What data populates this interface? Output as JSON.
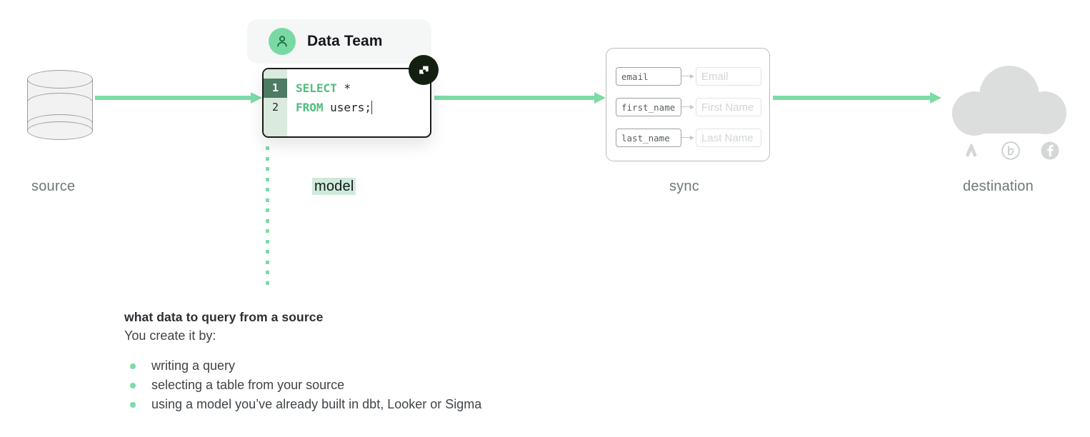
{
  "theme": {
    "accent_green": "#7ddba6",
    "keyword_green": "#51bd7c",
    "gutter_green": "#dbeade",
    "active_line_green": "#4c7c63",
    "highlight_green": "#cfeadb",
    "label_gray": "#6f7878",
    "badge_dark": "#13200f"
  },
  "stages": {
    "source_label": "source",
    "model_label": "model",
    "sync_label": "sync",
    "destination_label": "destination"
  },
  "team_badge": {
    "name": "Data Team",
    "avatar_icon": "person-icon",
    "cursor_icon": "cursor-flag-icon"
  },
  "editor": {
    "lines": [
      {
        "number": "1",
        "keyword": "SELECT",
        "rest": " *",
        "active": true
      },
      {
        "number": "2",
        "keyword": "FROM",
        "rest": " users;",
        "active": false
      }
    ]
  },
  "sync": {
    "mappings": [
      {
        "source_field": "email",
        "destination_field": "Email"
      },
      {
        "source_field": "first_name",
        "destination_field": "First Name"
      },
      {
        "source_field": "last_name",
        "destination_field": "Last Name"
      }
    ],
    "arrow_icon": "arrow-right-icon"
  },
  "source": {
    "icon": "database-icon"
  },
  "destination": {
    "cloud_icon": "cloud-icon",
    "apps": [
      {
        "icon": "google-ads-icon"
      },
      {
        "icon": "braze-icon"
      },
      {
        "icon": "facebook-icon"
      }
    ]
  },
  "flow_arrows": [
    {
      "icon": "arrow-right-icon"
    },
    {
      "icon": "arrow-right-icon"
    },
    {
      "icon": "arrow-right-icon"
    }
  ],
  "copy": {
    "heading": "what data to query from a source",
    "subheading": "You create it by:",
    "bullets": [
      "writing a query",
      "selecting a table from your source",
      "using a model you’ve already built in dbt, Looker or Sigma"
    ]
  }
}
